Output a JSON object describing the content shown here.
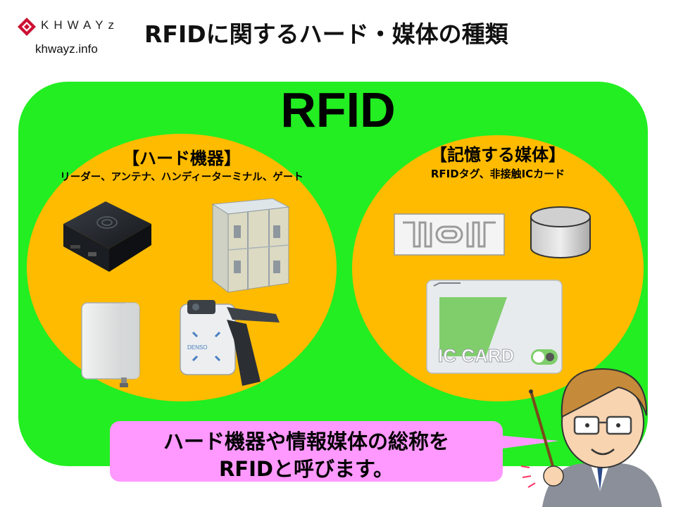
{
  "header": {
    "logo_word": "KHWAYz",
    "logo_url": "khwayz.info",
    "title": "RFIDに関するハード・媒体の種類"
  },
  "main": {
    "big_title": "RFID",
    "hardware": {
      "heading": "【ハード機器】",
      "subtitle": "リーダー、アンテナ、ハンディーターミナル、ゲート",
      "items": [
        "reader-device",
        "gate",
        "antenna",
        "handy-terminal"
      ],
      "handy_brand": "DENSO"
    },
    "media": {
      "heading": "【記憶する媒体】",
      "subtitle": "RFIDタグ、非接触ICカード",
      "card_text": "IC CARD"
    }
  },
  "callout": {
    "line1": "ハード機器や情報媒体の総称を",
    "line2": "RFIDと呼びます。"
  },
  "colors": {
    "green_panel": "#22ee22",
    "orange_circle": "#ffbb00",
    "callout_pink": "#ff99ff",
    "logo_red": "#cc1133"
  }
}
